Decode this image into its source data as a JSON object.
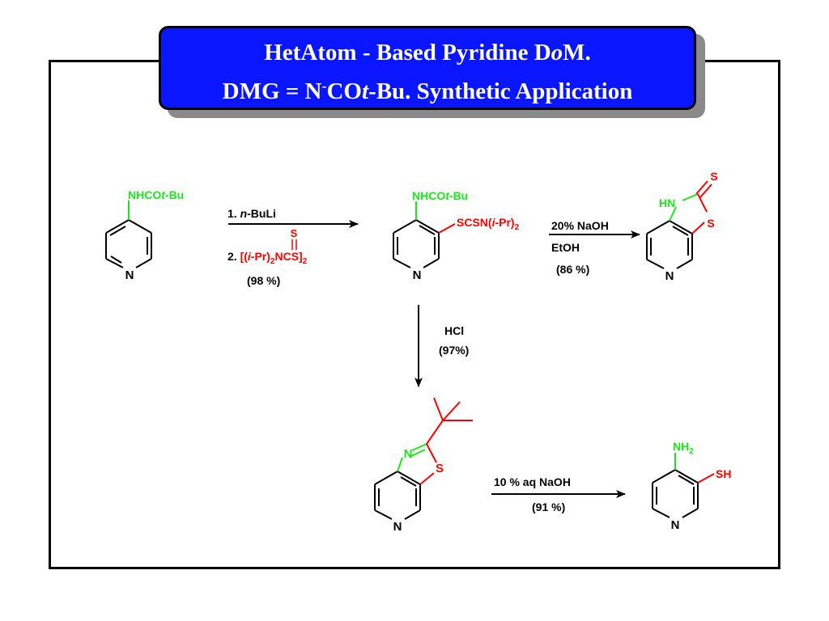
{
  "header": {
    "title_line1_a": "HetAtom - Based Pyridine D",
    "title_line1_b": "o",
    "title_line1_c": "M.",
    "title_line2_a": "DMG = N",
    "title_line2_sup": "-",
    "title_line2_b": "CO",
    "title_line2_c": "t",
    "title_line2_d": "-Bu. Synthetic Application"
  },
  "colors": {
    "green": "#1ee61e",
    "red": "#ff0000",
    "black": "#000000",
    "title_bg": "#0a16ff"
  },
  "atoms": {
    "N": "N",
    "S": "S",
    "HN": "HN"
  },
  "start": {
    "sub_a": "NHCO",
    "sub_b": "t",
    "sub_c": "-Bu"
  },
  "step1": {
    "r1_a": "1. ",
    "r1_b": "n",
    "r1_c": "-BuLi",
    "r2_num": "2. ",
    "r2_a": "[(",
    "r2_b": "i",
    "r2_c": "-Pr)",
    "r2_d": "2",
    "r2_e": "NCS]",
    "r2_f": "2",
    "r2_s": "S",
    "yield": "(98 %)"
  },
  "intermediate": {
    "sub_a": "NHCO",
    "sub_b": "t",
    "sub_c": "-Bu",
    "side_a": "SCSN(",
    "side_b": "i",
    "side_c": "-Pr)",
    "side_d": "2"
  },
  "step2": {
    "r1": "20% NaOH",
    "r2": "EtOH",
    "yield": "(86 %)"
  },
  "step3": {
    "r1": "HCl",
    "yield": "(97%)"
  },
  "step4": {
    "r1": "10 % aq NaOH",
    "yield": "(91 %)"
  },
  "final": {
    "nh2_a": "NH",
    "nh2_b": "2",
    "sh": "SH"
  }
}
